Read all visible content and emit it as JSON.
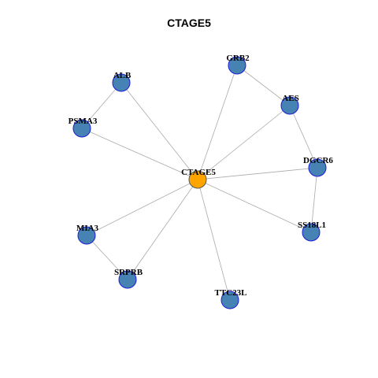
{
  "title": "CTAGE5",
  "graph": {
    "nodes": [
      {
        "id": "CTAGE5",
        "label": "CTAGE5",
        "center": true
      },
      {
        "id": "GRB2",
        "label": "GRB2"
      },
      {
        "id": "ALB",
        "label": "ALB"
      },
      {
        "id": "AES",
        "label": "AES"
      },
      {
        "id": "PSMA3",
        "label": "PSMA3"
      },
      {
        "id": "DGCR6",
        "label": "DGCR6"
      },
      {
        "id": "MIA3",
        "label": "MIA3"
      },
      {
        "id": "SS18L1",
        "label": "SS18L1"
      },
      {
        "id": "SRPRB",
        "label": "SRPRB"
      },
      {
        "id": "TTC23L",
        "label": "TTC23L"
      }
    ],
    "edges": [
      [
        "CTAGE5",
        "GRB2"
      ],
      [
        "CTAGE5",
        "ALB"
      ],
      [
        "CTAGE5",
        "AES"
      ],
      [
        "CTAGE5",
        "PSMA3"
      ],
      [
        "CTAGE5",
        "DGCR6"
      ],
      [
        "CTAGE5",
        "MIA3"
      ],
      [
        "CTAGE5",
        "SS18L1"
      ],
      [
        "CTAGE5",
        "SRPRB"
      ],
      [
        "CTAGE5",
        "TTC23L"
      ],
      [
        "GRB2",
        "AES"
      ],
      [
        "AES",
        "DGCR6"
      ],
      [
        "DGCR6",
        "SS18L1"
      ],
      [
        "ALB",
        "PSMA3"
      ],
      [
        "MIA3",
        "SRPRB"
      ]
    ],
    "colors": {
      "center_fill": "#ffa500",
      "node_fill": "#4682b4",
      "node_border": "#1c1cd6",
      "edge": "#aaaaaa"
    }
  }
}
